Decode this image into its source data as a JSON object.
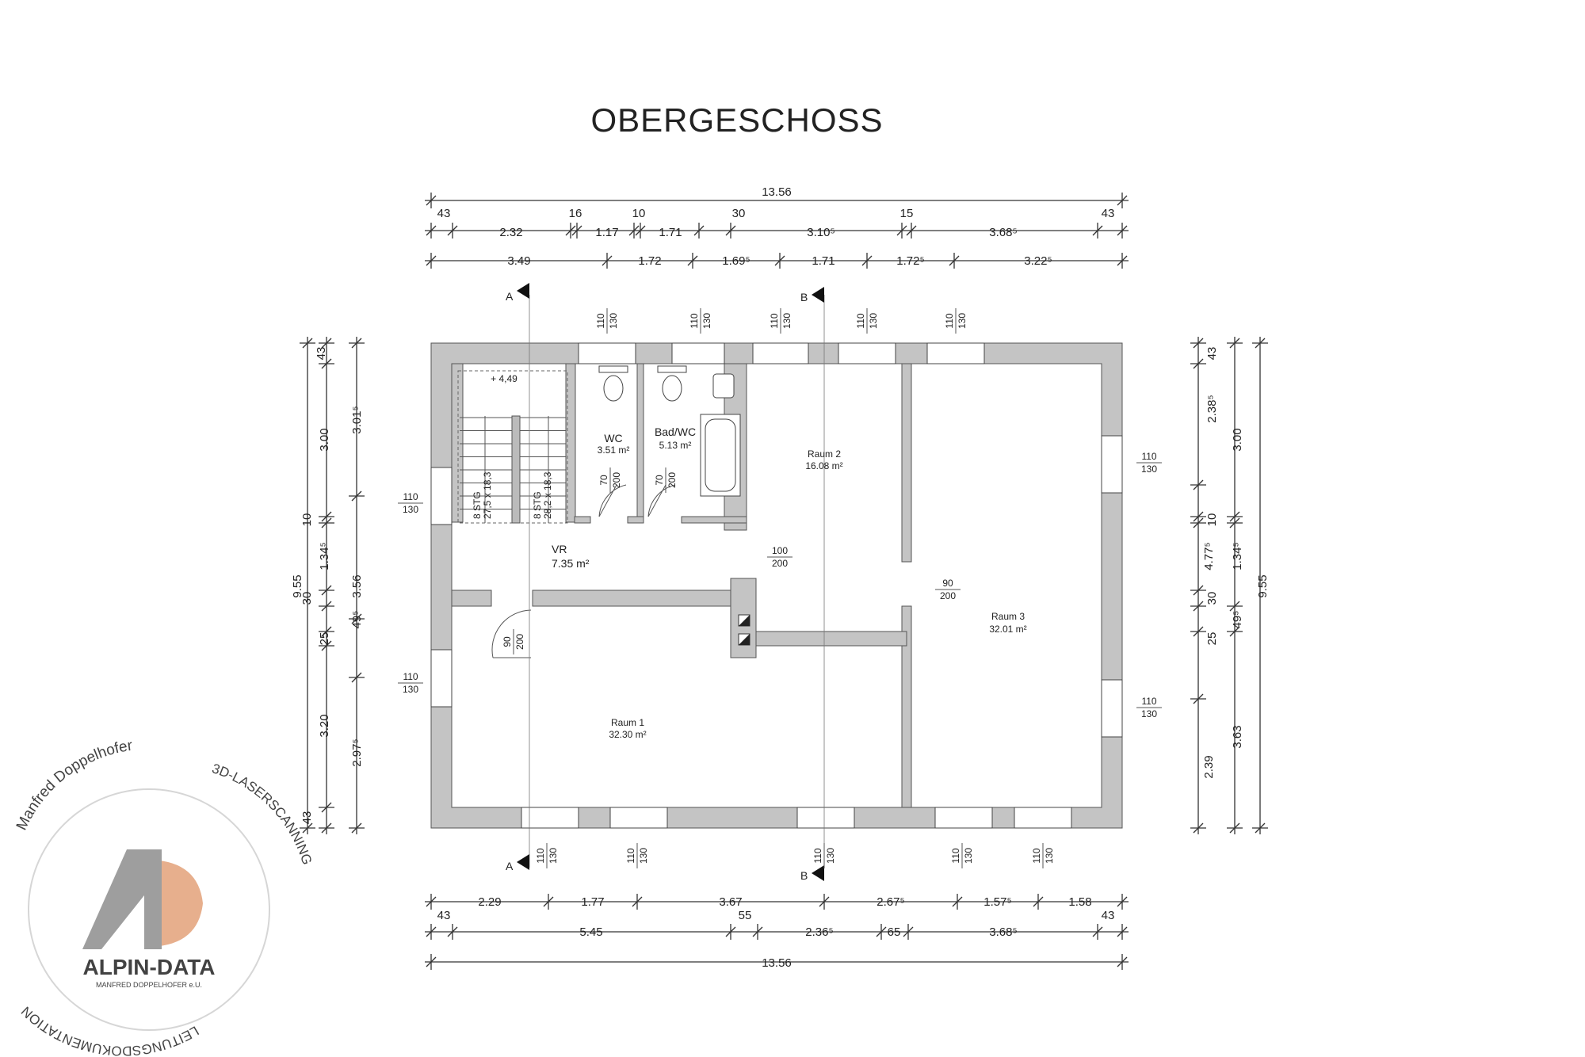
{
  "title": "OBERGESCHOSS",
  "dimensions": {
    "top_overall": "13.56",
    "top_row1": [
      "43",
      "2.32",
      "16",
      "1.17",
      "10",
      "1.71",
      "30",
      "3.10⁵",
      "15",
      "3.68⁵",
      "43"
    ],
    "top_row2": [
      "3.49",
      "1.72",
      "1.69⁵",
      "1.71",
      "1.72⁵",
      "3.22⁵"
    ],
    "bottom_row1": [
      "2.29",
      "1.77",
      "3.67",
      "2.67⁵",
      "1.57⁵",
      "1.58"
    ],
    "bottom_row2": [
      "43",
      "5.45",
      "55",
      "2.36⁵",
      "65",
      "3.68⁵",
      "43"
    ],
    "bottom_overall": "13.56",
    "left_outer": [
      "9.55"
    ],
    "left_mid": [
      "43",
      "3.00",
      "10",
      "1.34⁵",
      "30",
      "25",
      "3.20",
      "43"
    ],
    "left_inner": [
      "3.01⁵",
      "3.56",
      "49⁵",
      "2.97⁵"
    ],
    "right_inner": [
      "43",
      "2.38⁵",
      "10",
      "4.77⁵",
      "30",
      "25",
      "2.39"
    ],
    "right_mid": [
      "3.00",
      "1.34⁵",
      "49⁵",
      "3.63"
    ],
    "right_outer": [
      "9.55"
    ]
  },
  "sections": {
    "a": "A",
    "b": "B"
  },
  "openings": {
    "win_top": "110",
    "win_bottom": "130",
    "door_vr_top": "100",
    "door_vr_bottom": "200",
    "door_r3_top": "90",
    "door_r3_bottom": "200",
    "door_r1_top": "90",
    "door_r1_bottom": "200",
    "door_wc_top": "70",
    "door_wc_bottom": "200",
    "door_bad_top": "70",
    "door_bad_bottom": "200"
  },
  "stair": {
    "level": "+ 4,49",
    "flight1_steps": "8 STG",
    "flight1_size": "27,5 x 18,3",
    "flight2_steps": "8 STG",
    "flight2_size": "28,2 x 18,3"
  },
  "rooms": [
    {
      "name": "WC",
      "area": "3.51 m²"
    },
    {
      "name": "Bad/WC",
      "area": "5.13 m²"
    },
    {
      "name": "Raum 2",
      "area": "16.08 m²"
    },
    {
      "name": "VR",
      "area": "7.35 m²"
    },
    {
      "name": "Raum 3",
      "area": "32.01 m²"
    },
    {
      "name": "Raum 1",
      "area": "32.30 m²"
    }
  ],
  "logo": {
    "brand": "ALPIN-DATA",
    "owner": "MANFRED DOPPELHOFER e.U.",
    "ring_top": "Manfred Doppelhofer",
    "ring_right": "3D-LASERSCANNING",
    "ring_bottom": "LEITUNGSDOKUMENTATION",
    "colors": {
      "grey": "#8e8e8e",
      "orange": "#e3a27a"
    }
  }
}
